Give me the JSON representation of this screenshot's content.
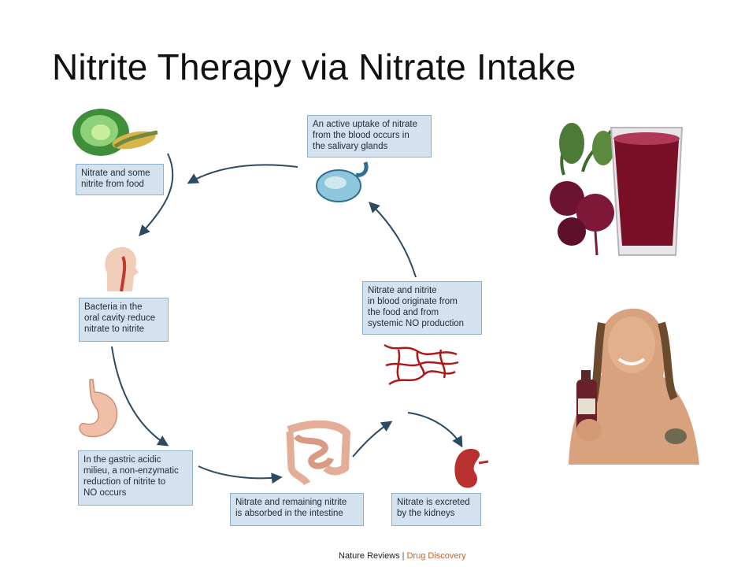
{
  "slide": {
    "title": "Nitrite Therapy via Nitrate Intake"
  },
  "diagram": {
    "steps": [
      {
        "id": "salivary",
        "text": "An active uptake of nitrate\nfrom the blood occurs in\nthe salivary glands"
      },
      {
        "id": "food",
        "text": "Nitrate and some\nnitrite from food"
      },
      {
        "id": "oral",
        "text": "Bacteria in the\noral cavity reduce\nnitrate to nitrite"
      },
      {
        "id": "gastric",
        "text": "In the gastric acidic\nmilieu, a non-enzymatic\nreduction of nitrite to\nNO occurs"
      },
      {
        "id": "intestine",
        "text": "Nitrate and remaining nitrite\nis absorbed in the intestine"
      },
      {
        "id": "kidneys",
        "text": "Nitrate is excreted\nby the kidneys"
      },
      {
        "id": "blood",
        "text": "Nitrate and nitrite\nin blood originate from\nthe food and from\nsystemic NO production"
      }
    ],
    "credit": {
      "journal": "Nature Reviews",
      "separator": "|",
      "section": "Drug Discovery"
    }
  },
  "colors": {
    "box_fill": "#d3e2ee",
    "box_border": "#8fb0c9",
    "arrow": "#2d4a63",
    "beet_juice": "#7a1028",
    "tissue": "#e8b59a",
    "vessels": "#b01818"
  },
  "icons": [
    "vegetables-icon",
    "salivary-gland-icon",
    "head-throat-icon",
    "stomach-icon",
    "intestine-icon",
    "kidney-icon",
    "blood-vessels-icon"
  ]
}
